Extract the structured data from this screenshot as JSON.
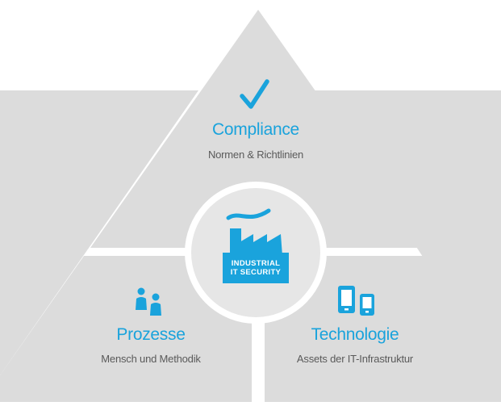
{
  "colors": {
    "accent": "#1aa3dc",
    "panel": "#dcdcdc",
    "panel_light": "#e5e5e5",
    "text_secondary": "#5a5a5a"
  },
  "top": {
    "icon": "checkmark-icon",
    "title": "Compliance",
    "subtitle": "Normen & Richtlinien"
  },
  "center": {
    "icon": "factory-icon",
    "badge_line1": "INDUSTRIAL",
    "badge_line2": "IT SECURITY"
  },
  "left": {
    "icon": "people-icon",
    "title": "Prozesse",
    "subtitle": "Mensch und Methodik"
  },
  "right": {
    "icon": "devices-icon",
    "title": "Technologie",
    "subtitle": "Assets der IT-Infrastruktur"
  }
}
